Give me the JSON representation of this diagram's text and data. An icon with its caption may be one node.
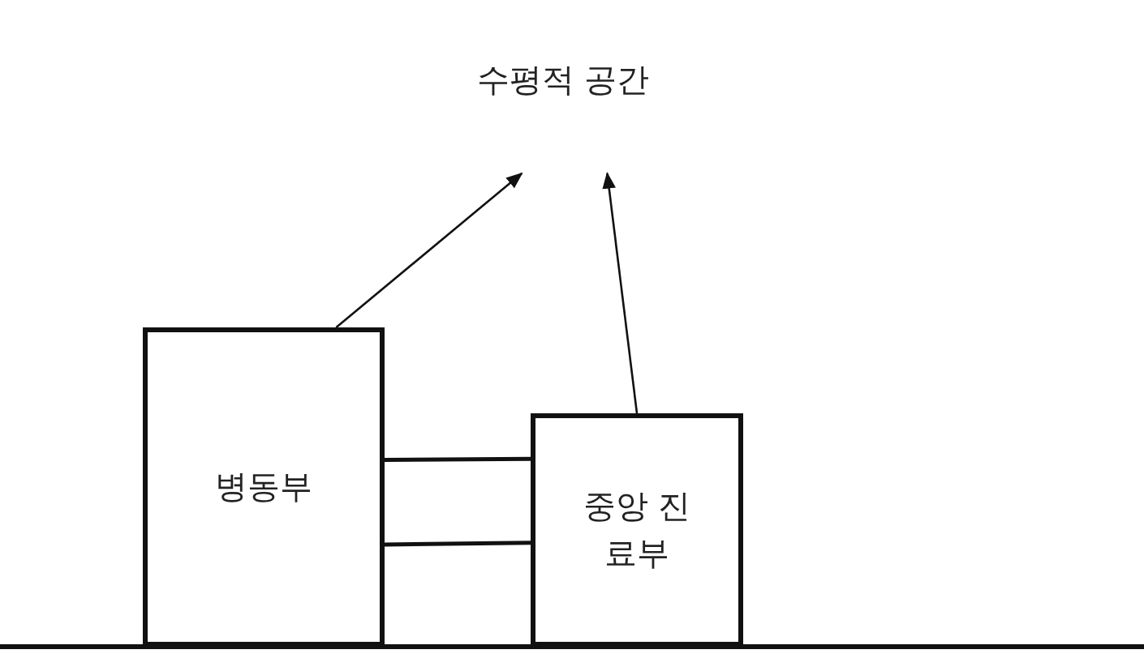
{
  "diagram": {
    "nodes": [
      {
        "text": [
          "수평적 공간"
        ]
      },
      {
        "text": [
          "병동부"
        ]
      },
      {
        "text": [
          "중앙 진료부"
        ]
      }
    ],
    "edges": [
      {
        "from": 1,
        "to": 0,
        "arrow": "to"
      },
      {
        "from": 2,
        "to": 0,
        "arrow": "to"
      },
      {
        "from": 1,
        "to": 2,
        "arrow": "none"
      },
      {
        "from": 1,
        "to": 2,
        "arrow": "none"
      }
    ]
  }
}
